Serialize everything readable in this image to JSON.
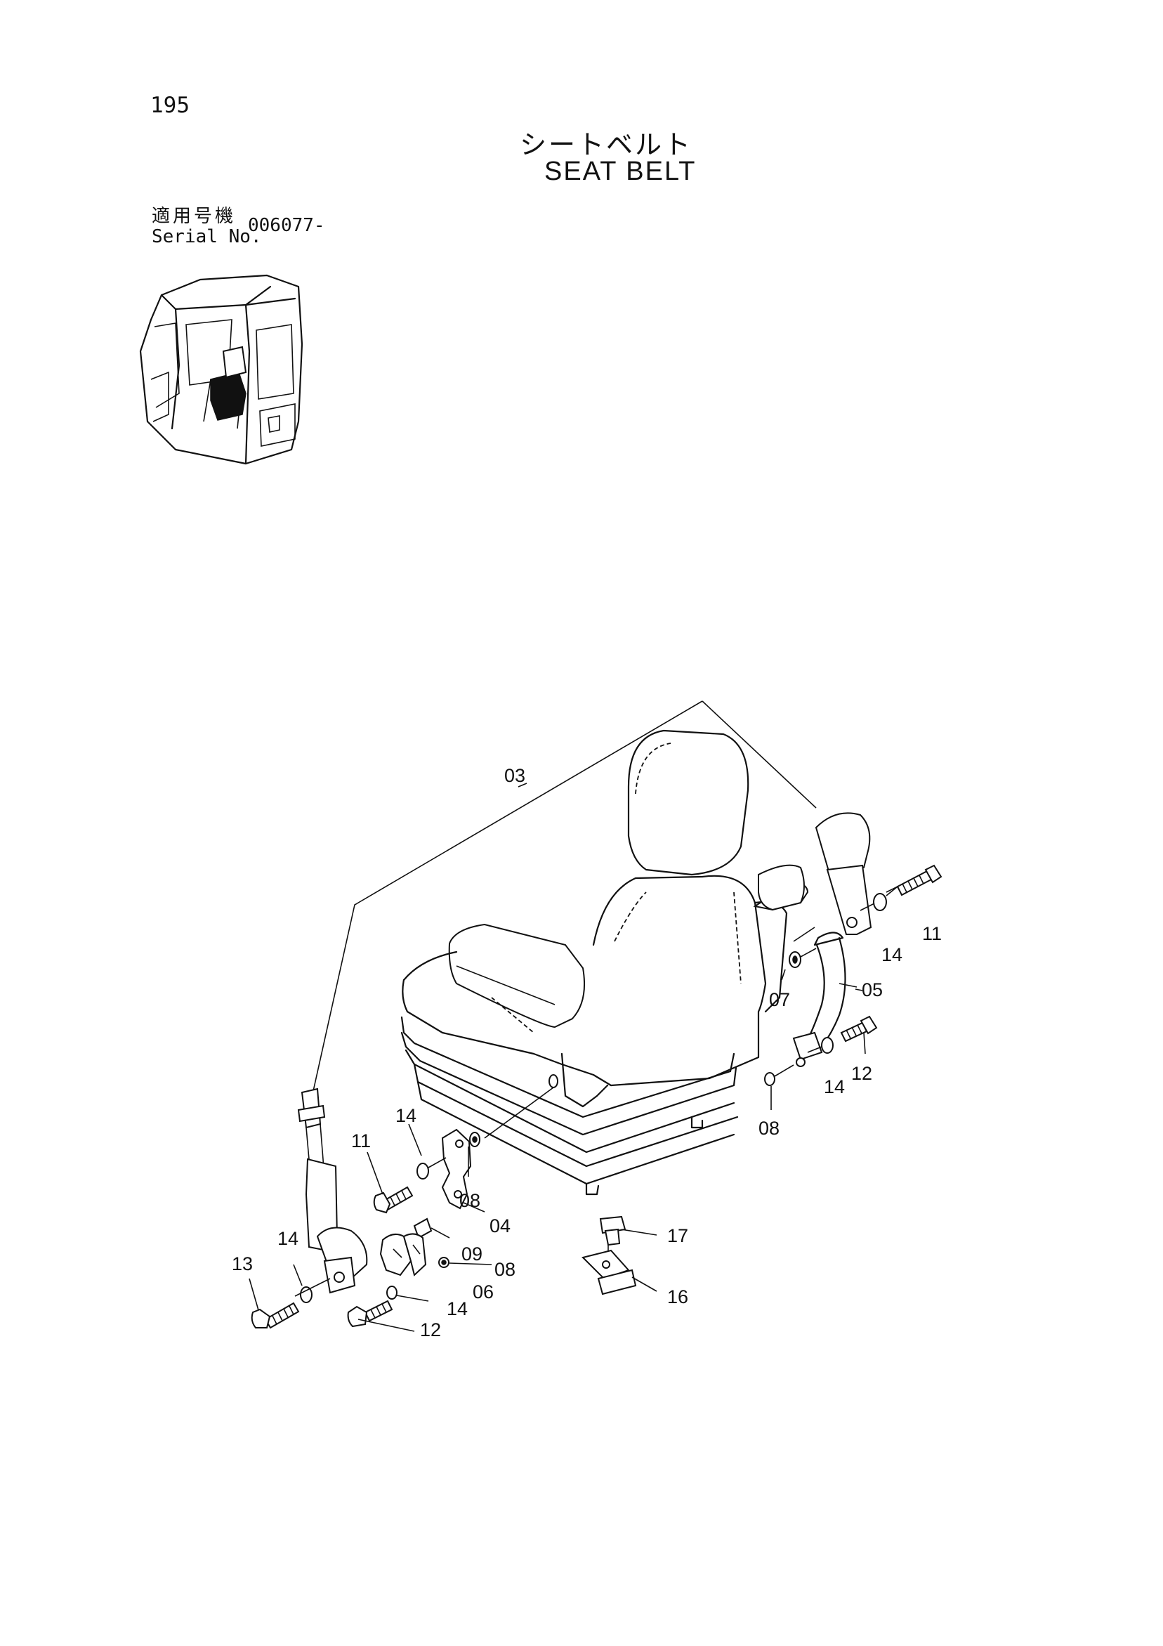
{
  "header": {
    "page_number": "195",
    "title_ja": "シートベルト",
    "title_en": "SEAT BELT"
  },
  "serial": {
    "label_ja": "適用号機",
    "label_en": "Serial No.",
    "value": "006077-"
  },
  "callouts": {
    "c03": "03",
    "c04": "04",
    "c05": "05",
    "c06": "06",
    "c07": "07",
    "c08a": "08",
    "c08b": "08",
    "c08c": "08",
    "c09": "09",
    "c11a": "11",
    "c11b": "11",
    "c12a": "12",
    "c12b": "12",
    "c13": "13",
    "c14a": "14",
    "c14b": "14",
    "c14c": "14",
    "c14d": "14",
    "c14e": "14",
    "c16": "16",
    "c17": "17"
  }
}
